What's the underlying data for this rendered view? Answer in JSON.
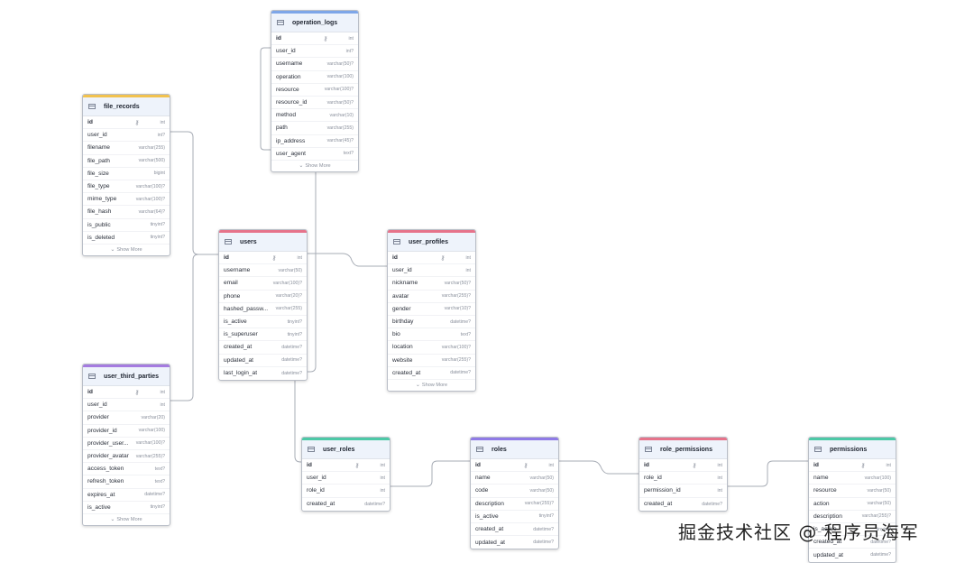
{
  "colors": {
    "operation_logs": "#7ea6e8",
    "file_records": "#f2c24e",
    "users": "#e6738a",
    "user_profiles": "#e6738a",
    "user_third_parties": "#a57be0",
    "user_roles": "#4cc9a6",
    "roles": "#8f7ae6",
    "role_permissions": "#e6738a",
    "permissions": "#4cc9a6"
  },
  "icons": {
    "table": "table-icon",
    "key": "key-icon",
    "chevron": "chevron-down-icon"
  },
  "watermark": "掘金技术社区 @ 程序员海军",
  "tables": {
    "operation_logs": {
      "name": "operation_logs",
      "columns": [
        {
          "name": "id",
          "type": "int",
          "pk": true
        },
        {
          "name": "user_id",
          "type": "int?"
        },
        {
          "name": "username",
          "type": "varchar(50)?"
        },
        {
          "name": "operation",
          "type": "varchar(100)"
        },
        {
          "name": "resource",
          "type": "varchar(100)?"
        },
        {
          "name": "resource_id",
          "type": "varchar(50)?"
        },
        {
          "name": "method",
          "type": "varchar(10)"
        },
        {
          "name": "path",
          "type": "varchar(255)"
        },
        {
          "name": "ip_address",
          "type": "varchar(45)?"
        },
        {
          "name": "user_agent",
          "type": "text?"
        }
      ],
      "more": "Show More"
    },
    "file_records": {
      "name": "file_records",
      "columns": [
        {
          "name": "id",
          "type": "int",
          "pk": true
        },
        {
          "name": "user_id",
          "type": "int?"
        },
        {
          "name": "filename",
          "type": "varchar(255)"
        },
        {
          "name": "file_path",
          "type": "varchar(500)"
        },
        {
          "name": "file_size",
          "type": "bigint"
        },
        {
          "name": "file_type",
          "type": "varchar(100)?"
        },
        {
          "name": "mime_type",
          "type": "varchar(100)?"
        },
        {
          "name": "file_hash",
          "type": "varchar(64)?"
        },
        {
          "name": "is_public",
          "type": "tinyint?"
        },
        {
          "name": "is_deleted",
          "type": "tinyint?"
        }
      ],
      "more": "Show More"
    },
    "users": {
      "name": "users",
      "columns": [
        {
          "name": "id",
          "type": "int",
          "pk": true
        },
        {
          "name": "username",
          "type": "varchar(50)"
        },
        {
          "name": "email",
          "type": "varchar(100)?"
        },
        {
          "name": "phone",
          "type": "varchar(20)?"
        },
        {
          "name": "hashed_passw...",
          "type": "varchar(255)"
        },
        {
          "name": "is_active",
          "type": "tinyint?"
        },
        {
          "name": "is_superuser",
          "type": "tinyint?"
        },
        {
          "name": "created_at",
          "type": "datetime?"
        },
        {
          "name": "updated_at",
          "type": "datetime?"
        },
        {
          "name": "last_login_at",
          "type": "datetime?"
        }
      ]
    },
    "user_profiles": {
      "name": "user_profiles",
      "columns": [
        {
          "name": "id",
          "type": "int",
          "pk": true
        },
        {
          "name": "user_id",
          "type": "int"
        },
        {
          "name": "nickname",
          "type": "varchar(50)?"
        },
        {
          "name": "avatar",
          "type": "varchar(255)?"
        },
        {
          "name": "gender",
          "type": "varchar(10)?"
        },
        {
          "name": "birthday",
          "type": "datetime?"
        },
        {
          "name": "bio",
          "type": "text?"
        },
        {
          "name": "location",
          "type": "varchar(100)?"
        },
        {
          "name": "website",
          "type": "varchar(255)?"
        },
        {
          "name": "created_at",
          "type": "datetime?"
        }
      ],
      "more": "Show More"
    },
    "user_third_parties": {
      "name": "user_third_parties",
      "columns": [
        {
          "name": "id",
          "type": "int",
          "pk": true
        },
        {
          "name": "user_id",
          "type": "int"
        },
        {
          "name": "provider",
          "type": "varchar(20)"
        },
        {
          "name": "provider_id",
          "type": "varchar(100)"
        },
        {
          "name": "provider_user...",
          "type": "varchar(100)?"
        },
        {
          "name": "provider_avatar",
          "type": "varchar(255)?"
        },
        {
          "name": "access_token",
          "type": "text?"
        },
        {
          "name": "refresh_token",
          "type": "text?"
        },
        {
          "name": "expires_at",
          "type": "datetime?"
        },
        {
          "name": "is_active",
          "type": "tinyint?"
        }
      ],
      "more": "Show More"
    },
    "user_roles": {
      "name": "user_roles",
      "columns": [
        {
          "name": "id",
          "type": "int",
          "pk": true
        },
        {
          "name": "user_id",
          "type": "int"
        },
        {
          "name": "role_id",
          "type": "int"
        },
        {
          "name": "created_at",
          "type": "datetime?"
        }
      ]
    },
    "roles": {
      "name": "roles",
      "columns": [
        {
          "name": "id",
          "type": "int",
          "pk": true
        },
        {
          "name": "name",
          "type": "varchar(50)"
        },
        {
          "name": "code",
          "type": "varchar(50)"
        },
        {
          "name": "description",
          "type": "varchar(255)?"
        },
        {
          "name": "is_active",
          "type": "tinyint?"
        },
        {
          "name": "created_at",
          "type": "datetime?"
        },
        {
          "name": "updated_at",
          "type": "datetime?"
        }
      ]
    },
    "role_permissions": {
      "name": "role_permissions",
      "columns": [
        {
          "name": "id",
          "type": "int",
          "pk": true
        },
        {
          "name": "role_id",
          "type": "int"
        },
        {
          "name": "permission_id",
          "type": "int"
        },
        {
          "name": "created_at",
          "type": "datetime?"
        }
      ]
    },
    "permissions": {
      "name": "permissions",
      "columns": [
        {
          "name": "id",
          "type": "int",
          "pk": true
        },
        {
          "name": "name",
          "type": "varchar(100)"
        },
        {
          "name": "resource",
          "type": "varchar(50)"
        },
        {
          "name": "action",
          "type": "varchar(50)"
        },
        {
          "name": "description",
          "type": "varchar(255)?"
        },
        {
          "name": "is_active",
          "type": "tinyint?"
        },
        {
          "name": "created_at",
          "type": "datetime?"
        },
        {
          "name": "updated_at",
          "type": "datetime?"
        }
      ]
    }
  }
}
